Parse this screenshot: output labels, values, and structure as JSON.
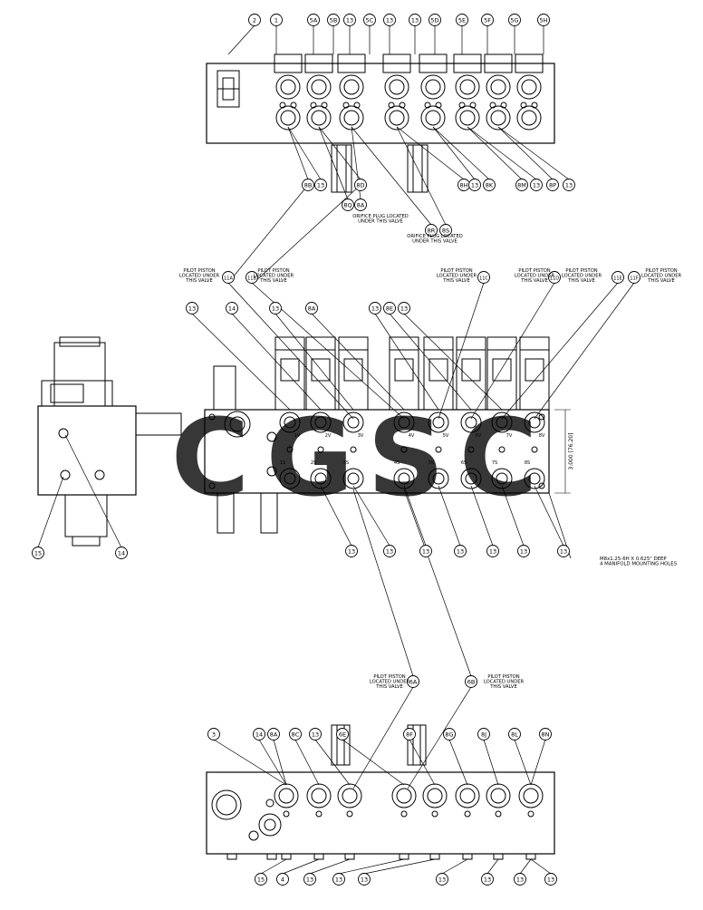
{
  "note_pilot": "PILOT PISTON\nLOCATED UNDER\nTHIS VALVE",
  "note_orifice": "ORIFICE PLUG LOCATED\nUNDER THIS VALVE",
  "note_mount": "M8x1.25-6H X 0.625\" DEEP\n4 MANIFOLD MOUNTING HOLES",
  "dimension": "3.000 [76.20]",
  "watermark": "CGSC",
  "watermark_colors": [
    "#4285F4",
    "#EA4335",
    "#FBBC05",
    "#34A853"
  ],
  "top_bubbles": [
    "2",
    "1",
    "5A",
    "5B",
    "13",
    "5C",
    "13",
    "13",
    "5D",
    "5E",
    "5F",
    "5G",
    "5H"
  ],
  "top_lower_bubbles": [
    "8B",
    "13",
    "8D",
    "8Q",
    "8A",
    "8R",
    "8S",
    "8H",
    "13",
    "8K",
    "8M",
    "13",
    "8P",
    "13"
  ],
  "mid_callouts": [
    "11A",
    "11B",
    "11C",
    "11D",
    "11E",
    "11F"
  ],
  "mid_top_bubbles": [
    "13",
    "14",
    "13",
    "8A",
    "13",
    "8E",
    "13"
  ],
  "mid_port_labels": [
    "1V",
    "2V",
    "3V",
    "4V",
    "5V",
    "6V",
    "7V",
    "8V",
    "1S",
    "2S",
    "3S",
    "4S",
    "5S",
    "6S",
    "7S",
    "8S"
  ],
  "mid_bottom_bubbles": [
    "13",
    "13",
    "13",
    "13",
    "13",
    "13",
    "13"
  ],
  "left_bubbles": [
    "15",
    "14"
  ],
  "bottom_bubbles_top": [
    "3",
    "14",
    "8A",
    "8C",
    "13",
    "6E",
    "8F",
    "8G",
    "8J",
    "8L",
    "8N"
  ],
  "bottom_callouts": [
    "6A",
    "6B"
  ],
  "bottom_bubbles_low": [
    "15",
    "4",
    "13",
    "13",
    "13",
    "13",
    "13",
    "13",
    "13"
  ]
}
